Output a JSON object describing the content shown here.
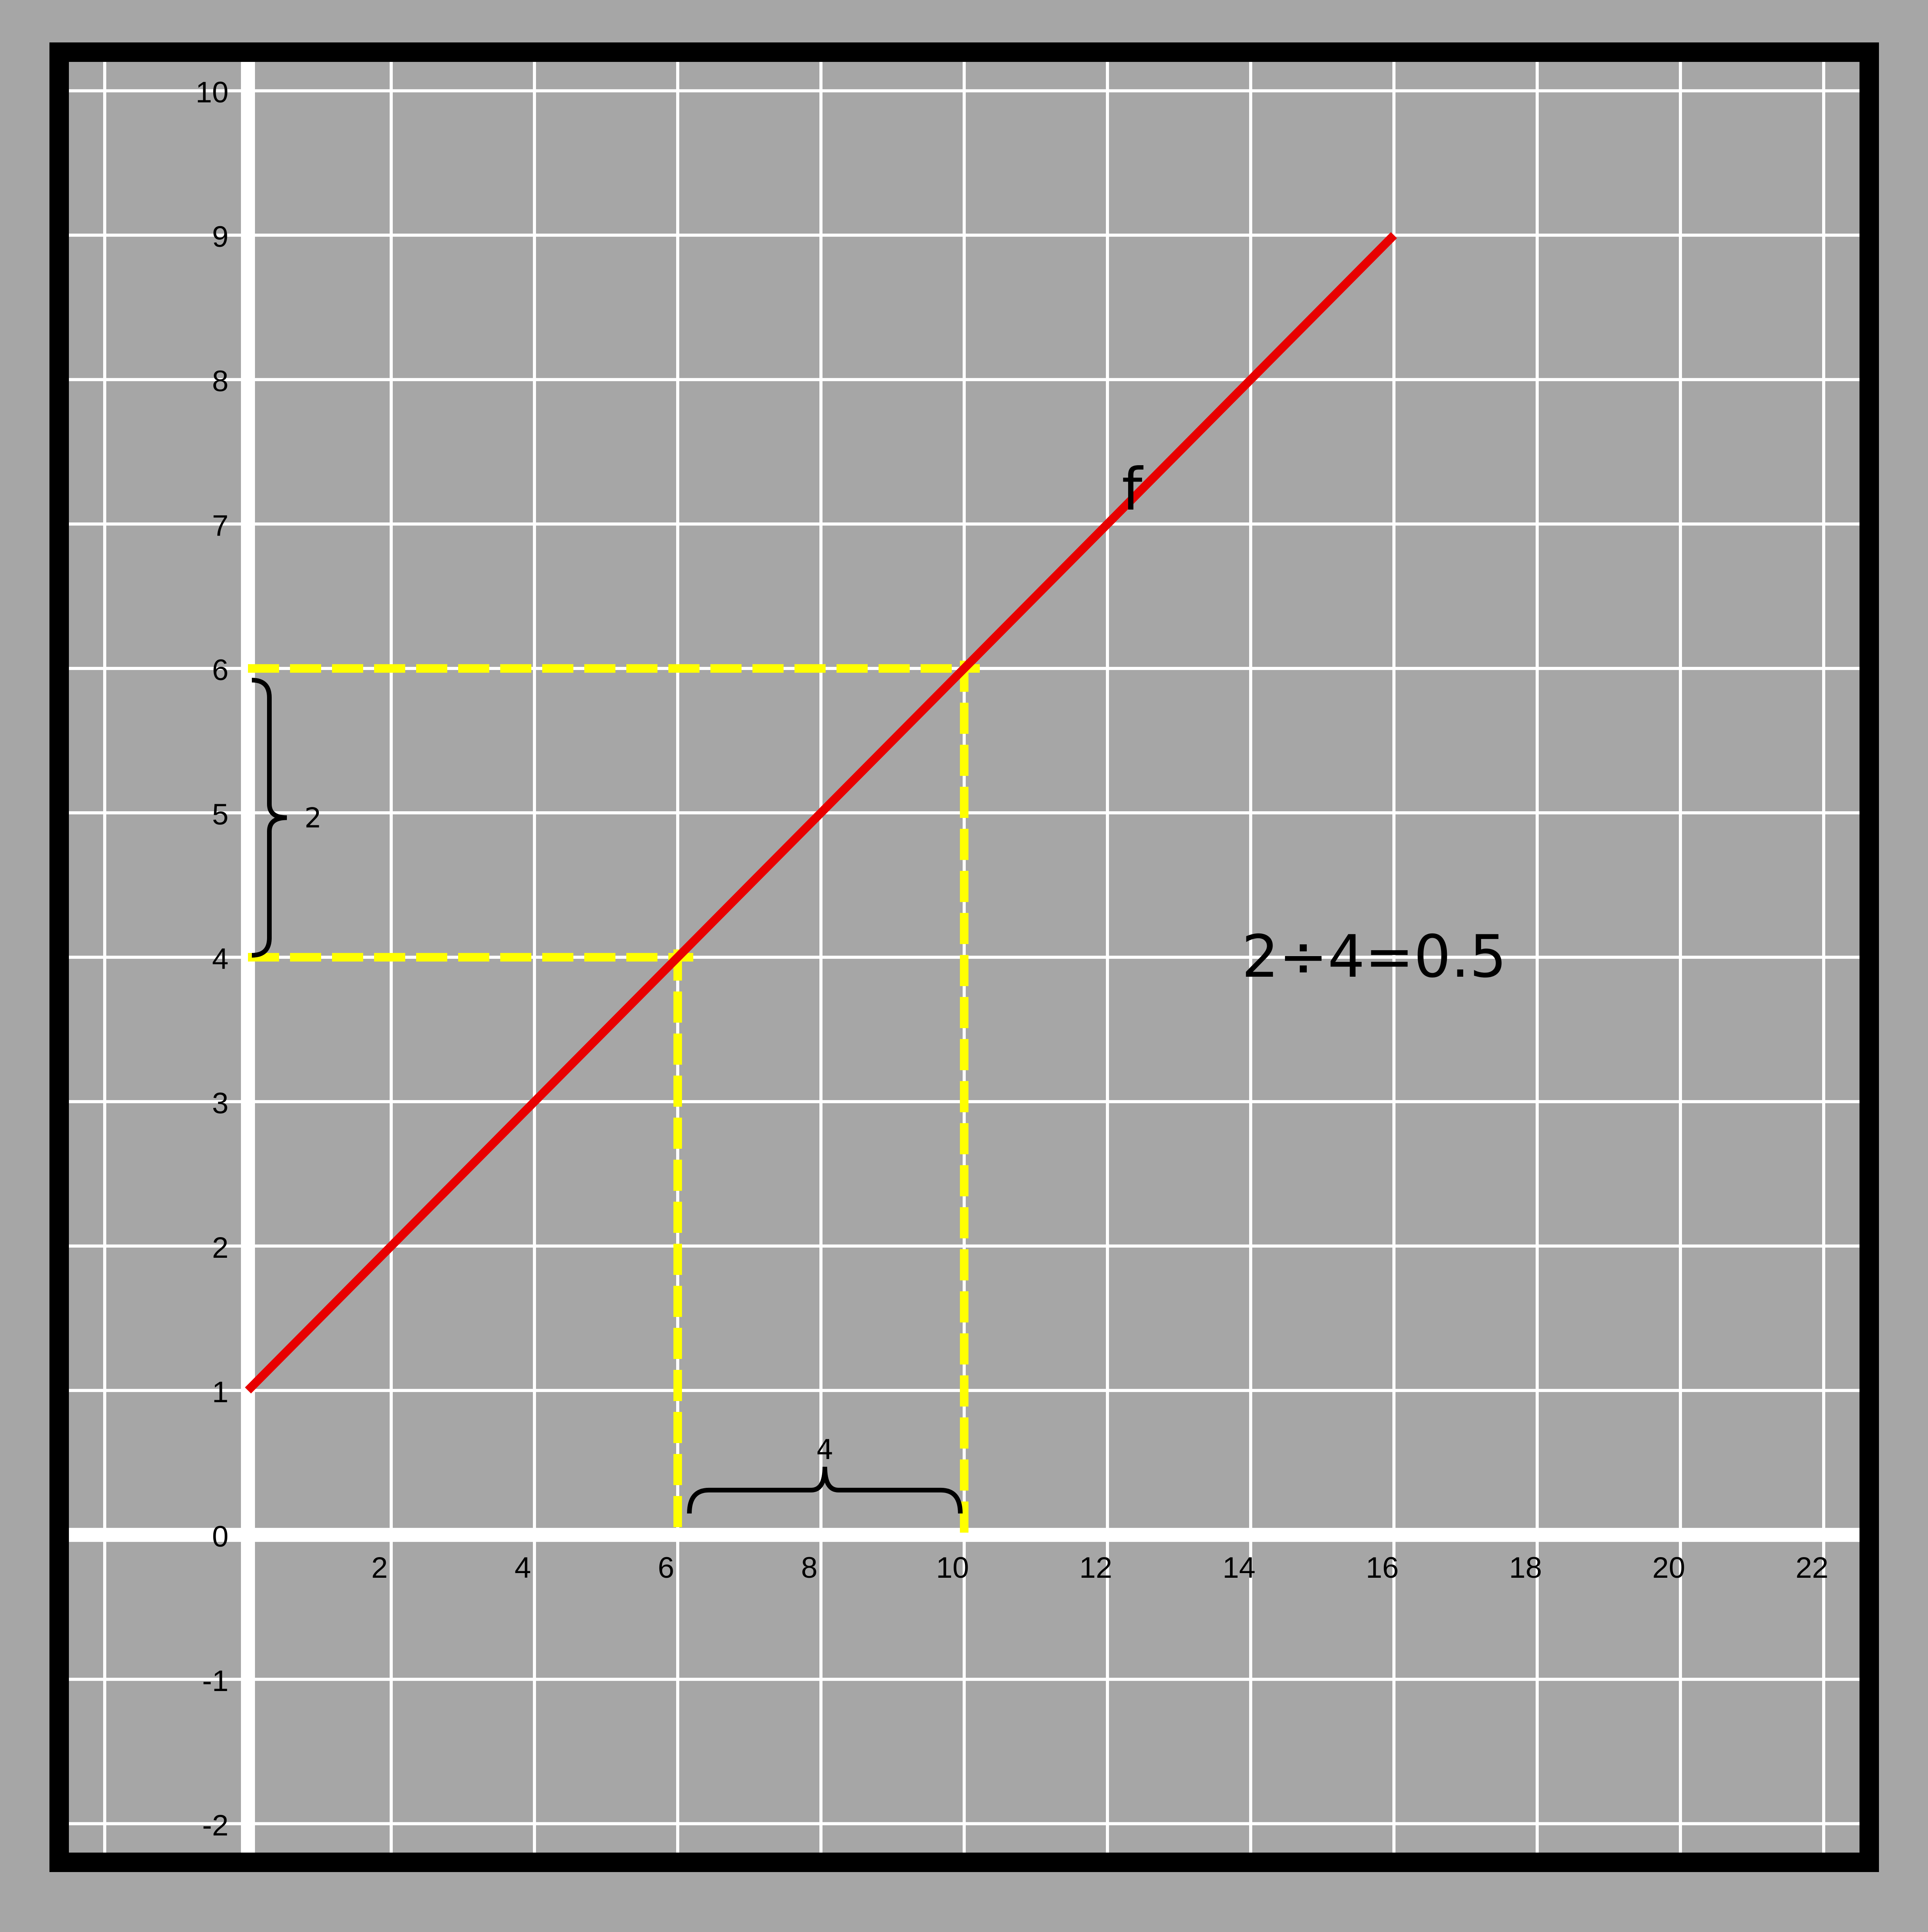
{
  "chart_data": {
    "type": "line",
    "title": "",
    "xlabel": "",
    "ylabel": "",
    "xlim": [
      -2.5,
      22.5
    ],
    "ylim": [
      -2.2,
      10.2
    ],
    "x_ticks": [
      2,
      4,
      6,
      8,
      10,
      12,
      14,
      16,
      18,
      20,
      22
    ],
    "y_ticks": [
      -2,
      -1,
      0,
      1,
      2,
      3,
      4,
      5,
      6,
      7,
      8,
      9,
      10
    ],
    "x_tick_labels": [
      "2",
      "4",
      "6",
      "8",
      "10",
      "12",
      "14",
      "16",
      "18",
      "20",
      "22"
    ],
    "y_tick_labels": [
      "-2",
      "-1",
      "0",
      "1",
      "2",
      "3",
      "4",
      "5",
      "6",
      "7",
      "8",
      "9",
      "10"
    ],
    "grid": true,
    "x_grid_step": 2,
    "y_grid_step": 1,
    "series": [
      {
        "name": "f",
        "x": [
          0,
          16
        ],
        "y": [
          1,
          9
        ],
        "color": "#e80000"
      }
    ],
    "guides": {
      "color": "#ffff00",
      "style": "dashed",
      "points": [
        {
          "x": 6,
          "y": 4
        },
        {
          "x": 10,
          "y": 6
        }
      ]
    },
    "annotations": {
      "rise_label": "2",
      "run_label": "4",
      "equation": "2÷4=0.5",
      "equation_at": {
        "x": 14.2,
        "y": 4
      }
    },
    "colors": {
      "background": "#a6a6a6",
      "frame": "#000000",
      "grid": "#ffffff",
      "axis": "#ffffff",
      "line": "#e80000",
      "guide": "#ffff00",
      "brace": "#000000"
    }
  }
}
